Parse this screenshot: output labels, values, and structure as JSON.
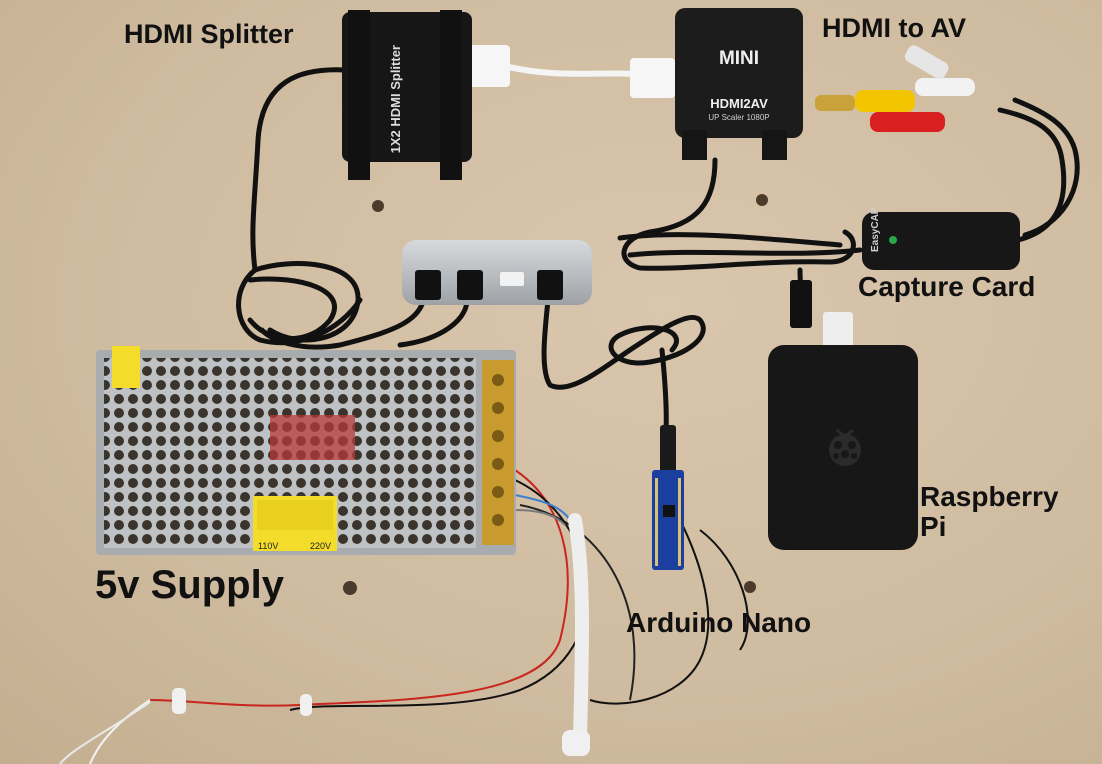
{
  "labels": {
    "hdmi_splitter": "HDMI Splitter",
    "hdmi_to_av": "HDMI to AV",
    "capture_card": "Capture Card",
    "raspberry_pi_line1": "Raspberry",
    "raspberry_pi_line2": "Pi",
    "supply": "5v Supply",
    "arduino_nano": "Arduino Nano"
  },
  "device_text": {
    "splitter_print": "1X2 HDMI Splitter",
    "converter_brand": "MINI",
    "converter_model": "HDMI2AV",
    "converter_sub": "UP Scaler 1080P",
    "capture_print": "EasyCAP",
    "psu_sticker_voltage_left": "110V",
    "psu_sticker_voltage_right": "220V"
  },
  "colors": {
    "board": "#d2bfa4",
    "device_black": "#1a1a1a",
    "hub_silver": "#b9bcc0",
    "nano_blue": "#1b3f9e",
    "av_yellow": "#f2c500",
    "av_red": "#d92020",
    "av_white": "#f2f2f2",
    "psu_label_yellow": "#f3dc2a"
  },
  "icons": {
    "rpi_logo": "raspberry-logo-icon"
  }
}
